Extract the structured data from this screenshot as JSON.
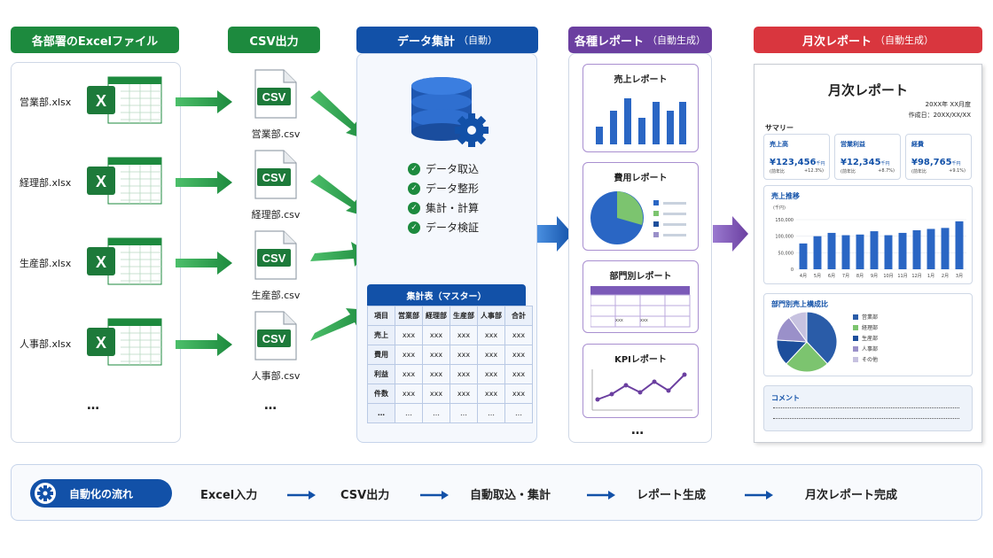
{
  "headers": {
    "excel": "各部署のExcelファイル",
    "csv": "CSV出力",
    "agg": "データ集計",
    "agg_sub": "（自動）",
    "reports": "各種レポート",
    "reports_sub": "（自動生成）",
    "monthly": "月次レポート",
    "monthly_sub": "（自動生成）"
  },
  "excel_files": [
    "営業部.xlsx",
    "経理部.xlsx",
    "生産部.xlsx",
    "人事部.xlsx"
  ],
  "excel_icon_letter": "X",
  "csv_files": [
    "営業部.csv",
    "経理部.csv",
    "生産部.csv",
    "人事部.csv"
  ],
  "csv_icon_text": "CSV",
  "ellipsis": "…",
  "steps": [
    "データ取込",
    "データ整形",
    "集計・計算",
    "データ検証"
  ],
  "master_table": {
    "title": "集計表（マスター）",
    "headers": [
      "項目",
      "営業部",
      "経理部",
      "生産部",
      "人事部",
      "合計"
    ],
    "rows": [
      [
        "売上",
        "xxx",
        "xxx",
        "xxx",
        "xxx",
        "xxx"
      ],
      [
        "費用",
        "xxx",
        "xxx",
        "xxx",
        "xxx",
        "xxx"
      ],
      [
        "利益",
        "xxx",
        "xxx",
        "xxx",
        "xxx",
        "xxx"
      ],
      [
        "件数",
        "xxx",
        "xxx",
        "xxx",
        "xxx",
        "xxx"
      ],
      [
        "…",
        "…",
        "…",
        "…",
        "…",
        "…"
      ]
    ]
  },
  "report_cards": {
    "sales": "売上レポート",
    "cost": "費用レポート",
    "dept": "部門別レポート",
    "kpi": "KPIレポート",
    "dept_cell": "xxx"
  },
  "monthly": {
    "title": "月次レポート",
    "period": "20XX年 XX月度",
    "created": "作成日：20XX/XX/XX",
    "summary_label": "サマリー",
    "kpis": [
      {
        "label": "売上高",
        "value": "¥123,456",
        "unit": "千円",
        "cmp": "(前年比",
        "pct": "+12.3%)"
      },
      {
        "label": "営業利益",
        "value": "¥12,345",
        "unit": "千円",
        "cmp": "(前年比",
        "pct": "+8.7%)"
      },
      {
        "label": "経費",
        "value": "¥98,765",
        "unit": "千円",
        "cmp": "(前年比",
        "pct": "+9.1%)"
      }
    ],
    "trend_title": "売上推移",
    "trend_unit": "(千円)",
    "comp_title": "部門別売上構成比",
    "comment_title": "コメント"
  },
  "chart_data": [
    {
      "type": "bar",
      "title": "売上推移",
      "ylabel": "(千円)",
      "categories": [
        "4月",
        "5月",
        "6月",
        "7月",
        "8月",
        "9月",
        "10月",
        "11月",
        "12月",
        "1月",
        "2月",
        "3月"
      ],
      "values": [
        78000,
        100000,
        110000,
        103000,
        105000,
        115000,
        103000,
        110000,
        118000,
        122000,
        125000,
        145000
      ],
      "yticks": [
        "150,000",
        "100,000",
        "50,000",
        "0"
      ],
      "ylim": [
        0,
        150000
      ]
    },
    {
      "type": "pie",
      "title": "部門別売上構成比",
      "categories": [
        "営業部",
        "経理部",
        "生産部",
        "人事部",
        "その他"
      ],
      "values": [
        38,
        24,
        14,
        14,
        10
      ],
      "colors": [
        "#2a5ca8",
        "#7cc46f",
        "#1e4f9c",
        "#9a90c9",
        "#c7c2e0"
      ]
    }
  ],
  "flow": {
    "label": "自動化の流れ",
    "steps": [
      "Excel入力",
      "CSV出力",
      "自動取込・集計",
      "レポート生成",
      "月次レポート完成"
    ]
  }
}
